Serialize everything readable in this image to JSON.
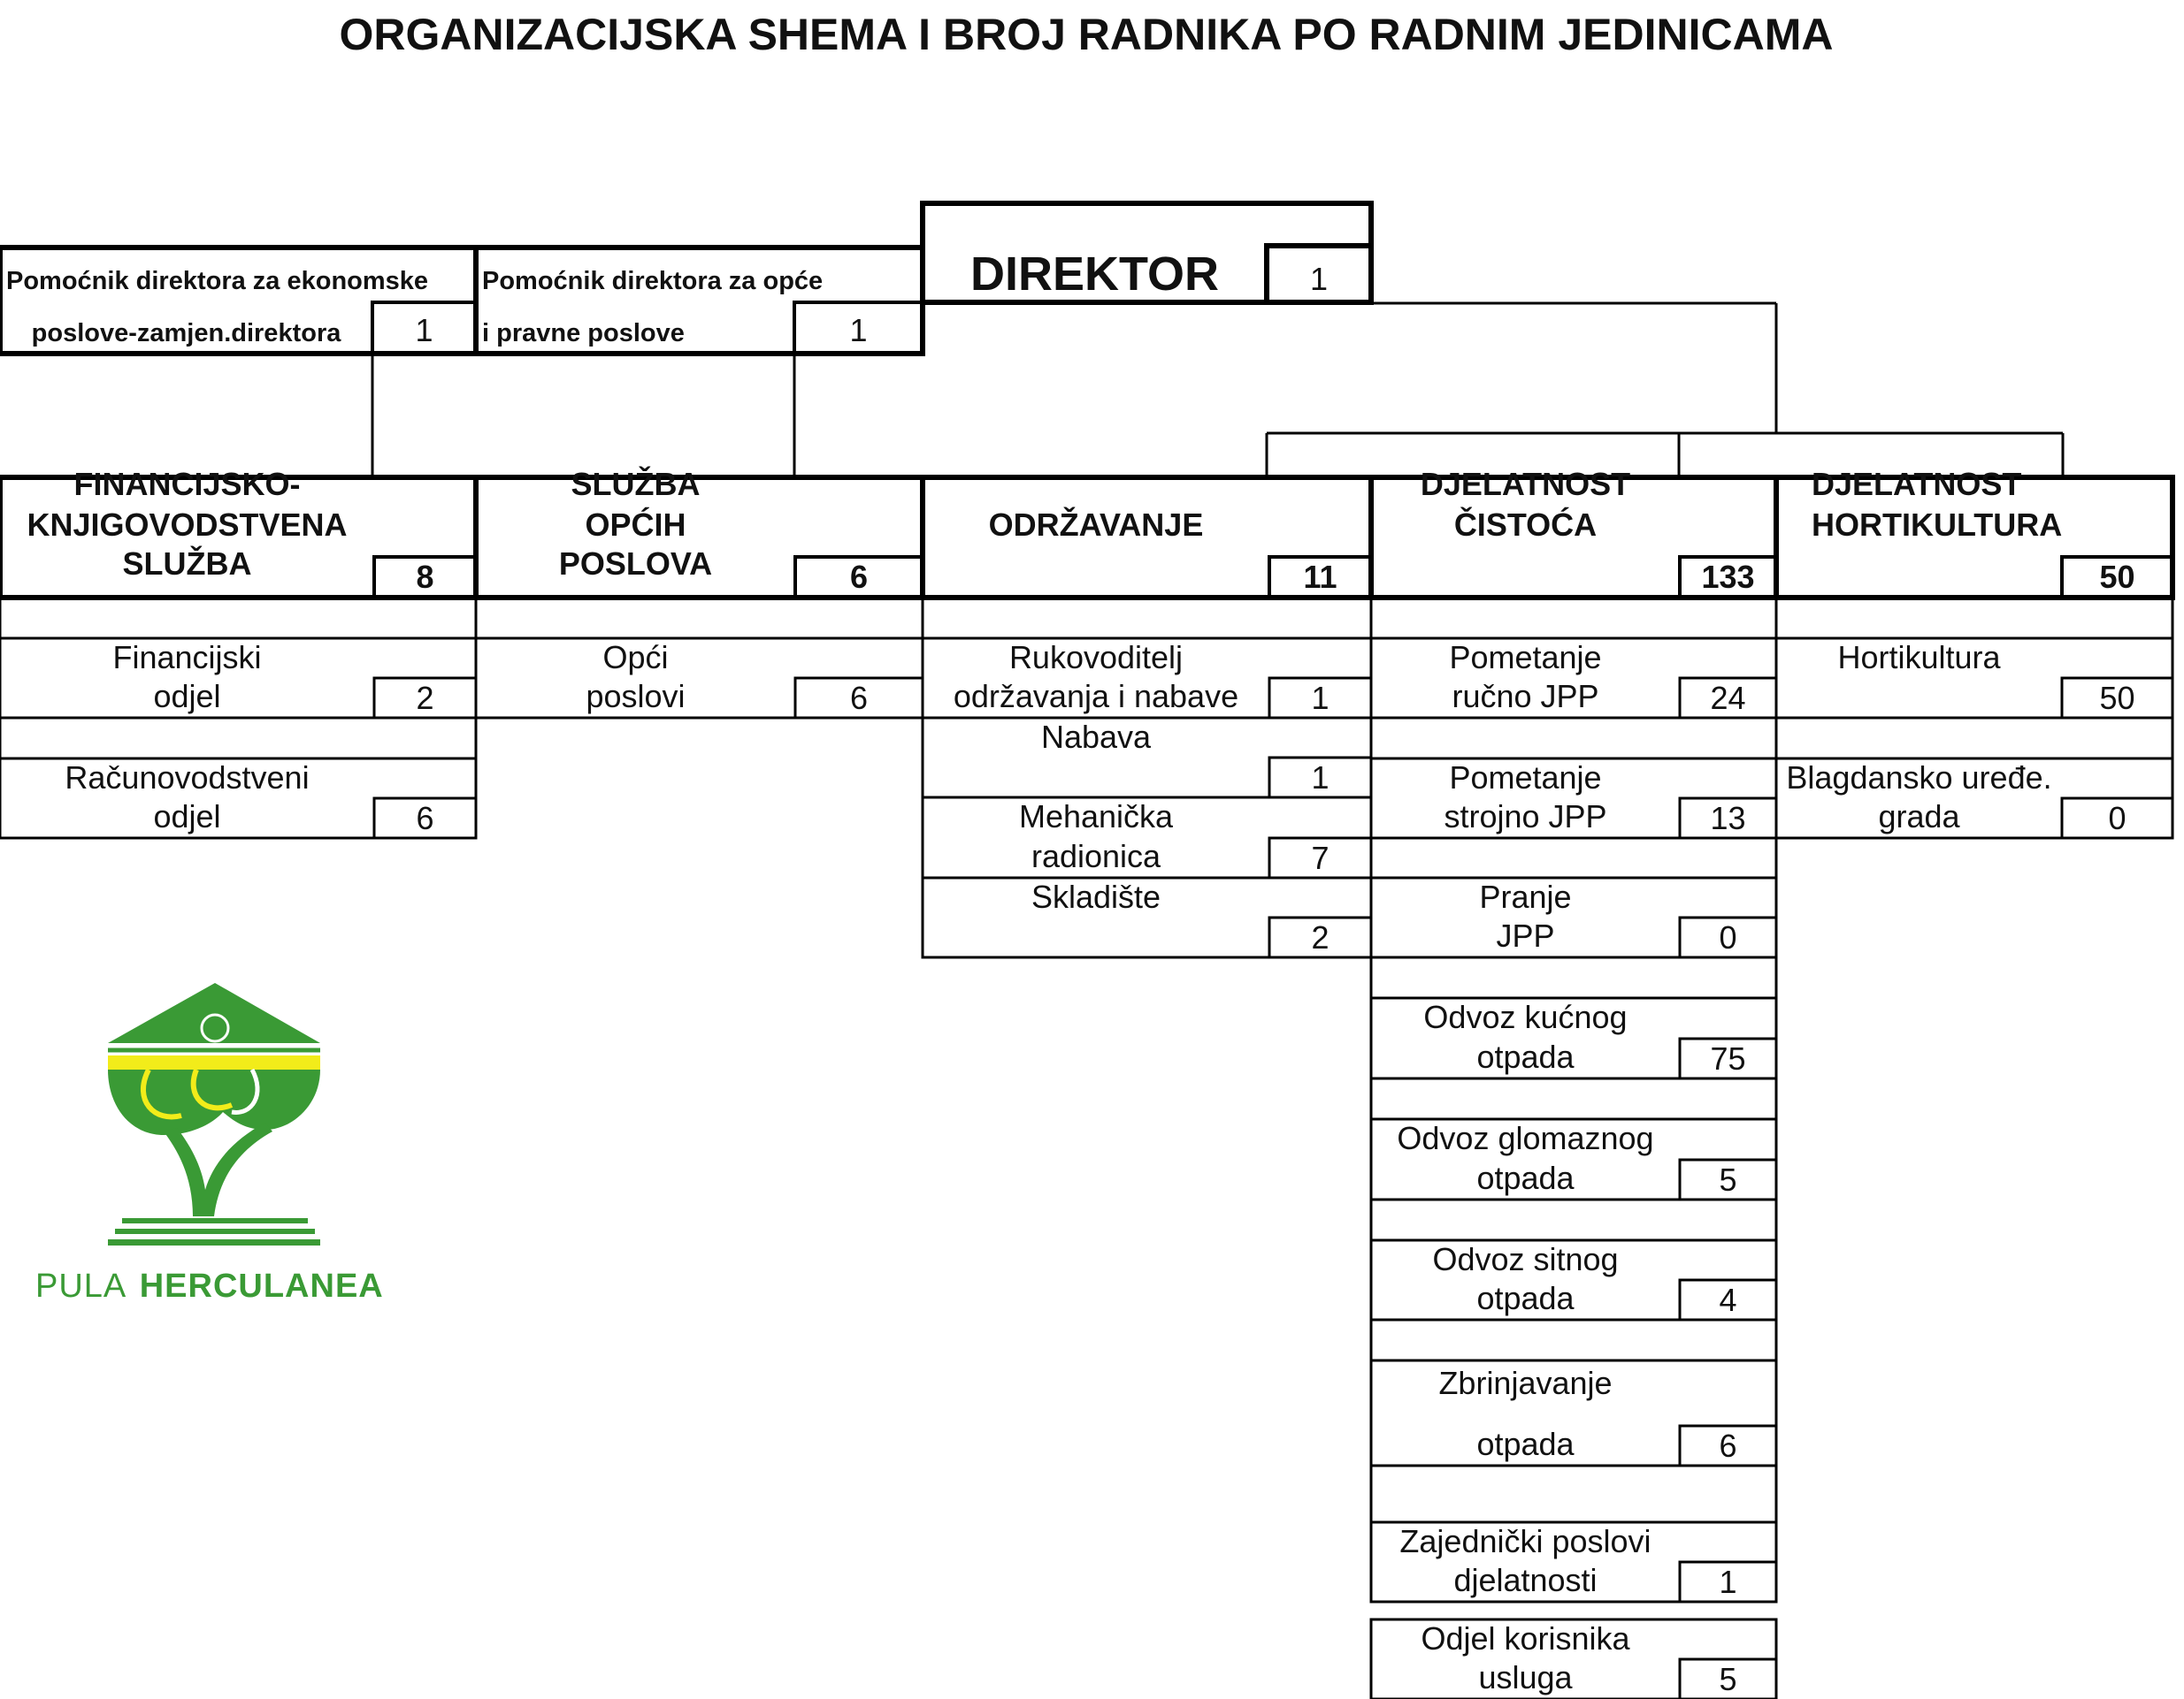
{
  "title": "ORGANIZACIJSKA SHEMA I BROJ RADNIKA  PO RADNIM JEDINICAMA",
  "director": {
    "label": "DIREKTOR",
    "count": "1"
  },
  "assistants": [
    {
      "line1": "Pomoćnik direktora za ekonomske",
      "line2": "poslove-zamjen.direktora",
      "count": "1"
    },
    {
      "line1": "Pomoćnik direktora za opće",
      "line2": "i pravne poslove",
      "count": "1"
    }
  ],
  "departments": [
    {
      "lines": [
        "FINANCIJSKO-",
        "KNJIGOVODSTVENA",
        "SLUŽBA"
      ],
      "count": "8"
    },
    {
      "lines": [
        "SLUŽBA",
        "OPĆIH",
        "POSLOVA"
      ],
      "count": "6"
    },
    {
      "lines": [
        "ODRŽAVANJE"
      ],
      "count": "11"
    },
    {
      "lines": [
        "DJELATNOST",
        "ČISTOĆA"
      ],
      "count": "133"
    },
    {
      "lines": [
        "DJELATNOST",
        "HORTIKULTURA"
      ],
      "count": "50"
    }
  ],
  "units": [
    [
      {
        "lines": [
          "Financijski",
          "odjel"
        ],
        "count": "2"
      },
      {
        "lines": [
          "Računovodstveni",
          "odjel"
        ],
        "count": "6"
      }
    ],
    [
      {
        "lines": [
          "Opći",
          "poslovi"
        ],
        "count": "6"
      }
    ],
    [
      {
        "lines": [
          "Rukovoditelj",
          "održavanja i nabave"
        ],
        "count": "1"
      },
      {
        "lines": [
          "Nabava"
        ],
        "count": "1"
      },
      {
        "lines": [
          "Mehanička",
          "radionica"
        ],
        "count": "7"
      },
      {
        "lines": [
          "Skladište"
        ],
        "count": "2"
      }
    ],
    [
      {
        "lines": [
          "Pometanje",
          "ručno JPP"
        ],
        "count": "24"
      },
      {
        "lines": [
          "Pometanje",
          "strojno JPP"
        ],
        "count": "13"
      },
      {
        "lines": [
          "Pranje",
          "JPP"
        ],
        "count": "0"
      },
      {
        "lines": [
          "Odvoz kućnog",
          "otpada"
        ],
        "count": "75"
      },
      {
        "lines": [
          "Odvoz glomaznog",
          "otpada"
        ],
        "count": "5"
      },
      {
        "lines": [
          "Odvoz sitnog",
          "otpada"
        ],
        "count": "4"
      },
      {
        "lines": [
          "Zbrinjavanje",
          "otpada"
        ],
        "count": "6"
      },
      {
        "lines": [
          "Zajednički poslovi",
          "djelatnosti"
        ],
        "count": "1"
      },
      {
        "lines": [
          "Odjel korisnika",
          "usluga"
        ],
        "count": "5"
      }
    ],
    [
      {
        "lines": [
          "Hortikultura"
        ],
        "count": "50"
      },
      {
        "lines": [
          "Blagdansko uređe.",
          "grada"
        ],
        "count": "0"
      }
    ]
  ],
  "logo": {
    "word1": "PULA",
    "word2": "HERCULANEA",
    "green": "#3a9a35",
    "yellow": "#f2ec1a"
  }
}
